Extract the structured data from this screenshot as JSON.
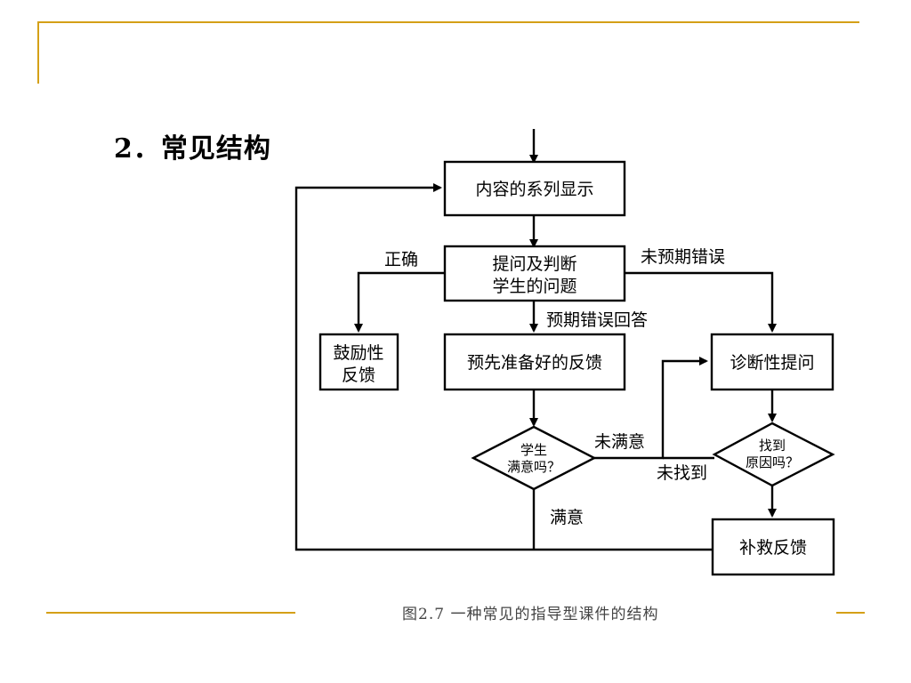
{
  "heading": "2．常见结构",
  "caption": "图2.7 一种常见的指导型课件的结构",
  "nodes": {
    "content_display": "内容的系列显示",
    "ask_line1": "提问及判断",
    "ask_line2": "学生的问题",
    "encourage_line1": "鼓励性",
    "encourage_line2": "反馈",
    "prepared_feedback": "预先准备好的反馈",
    "diagnose": "诊断性提问",
    "satisfied_line1": "学生",
    "satisfied_line2": "满意吗？",
    "found_line1": "找到",
    "found_line2": "原因吗？",
    "remedial": "补救反馈"
  },
  "edges": {
    "correct": "正确",
    "unexpected_error": "未预期错误",
    "expected_error": "预期错误回答",
    "not_satisfied": "未满意",
    "not_found": "未找到",
    "satisfied": "满意"
  }
}
